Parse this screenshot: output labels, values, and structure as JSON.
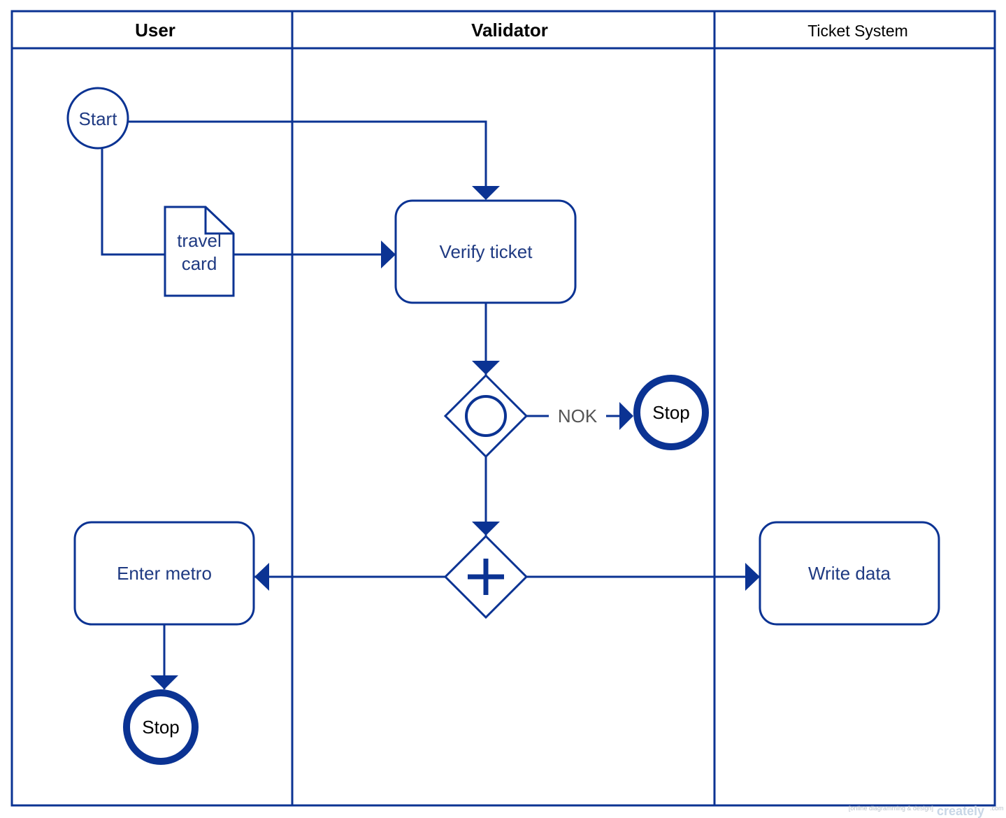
{
  "colors": {
    "stroke": "#0b3393",
    "label_text": "#1f3a82",
    "edge_label": "#555555"
  },
  "lanes": [
    {
      "title": "User"
    },
    {
      "title": "Validator"
    },
    {
      "title": "Ticket System"
    }
  ],
  "nodes": {
    "start": "Start",
    "travel_card_line1": "travel",
    "travel_card_line2": "card",
    "verify_ticket": "Verify ticket",
    "stop_nok": "Stop",
    "enter_metro": "Enter metro",
    "write_data": "Write data",
    "stop_end": "Stop"
  },
  "edges": {
    "nok_label": "NOK"
  },
  "watermark": {
    "tagline": "[online diagramming & design]",
    "brand": "creately",
    "suffix": ".com"
  }
}
